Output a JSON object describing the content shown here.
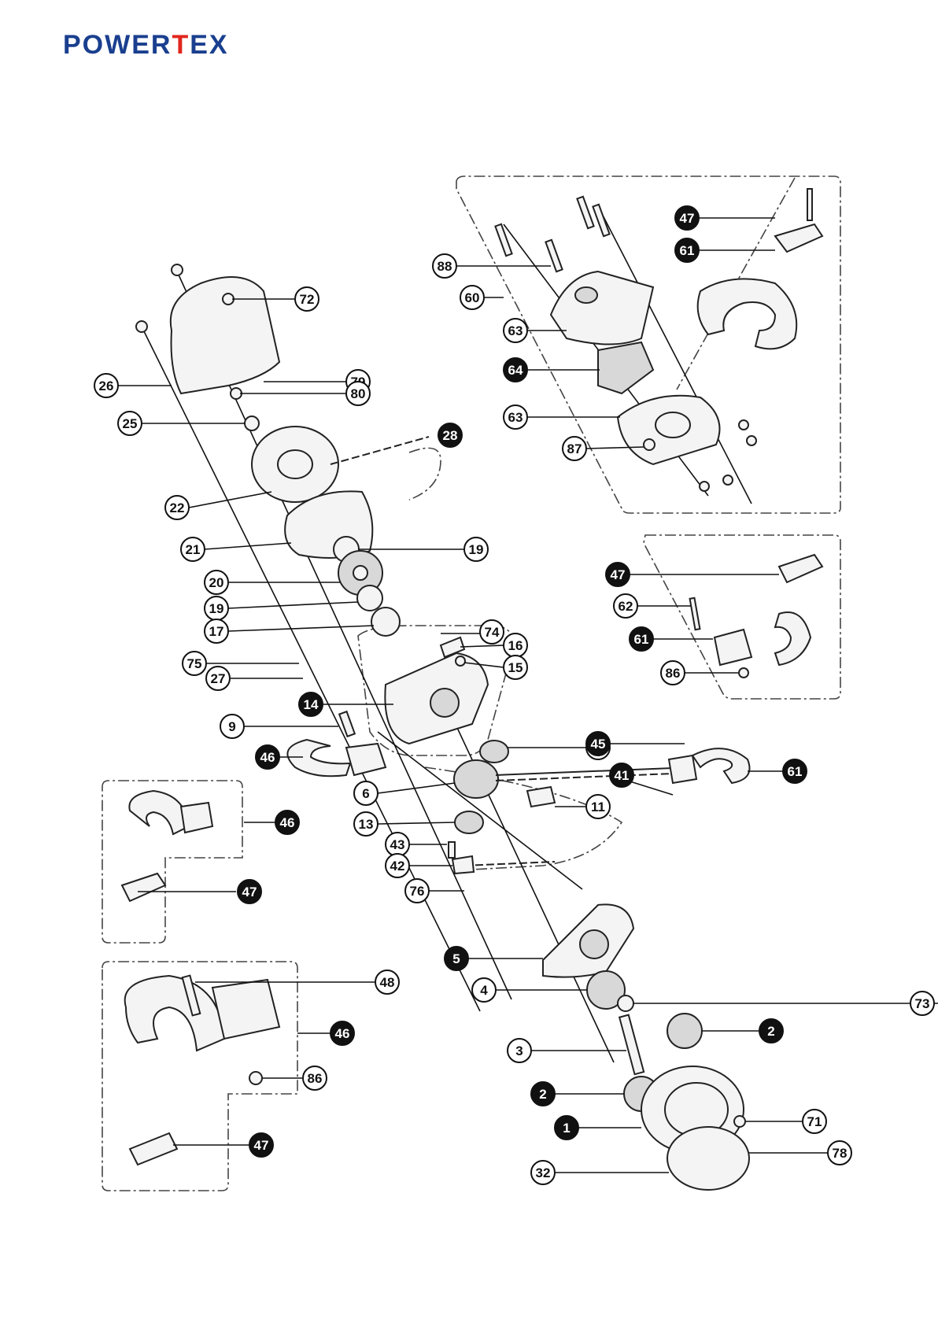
{
  "brand": {
    "logo_text": "POWERTEX",
    "color_main": "#1a3f8f",
    "color_accent": "#e1261c"
  },
  "labels": [
    {
      "n": "26",
      "filled": false
    },
    {
      "n": "72",
      "filled": false
    },
    {
      "n": "79",
      "filled": false
    },
    {
      "n": "80",
      "filled": false
    },
    {
      "n": "25",
      "filled": false
    },
    {
      "n": "28",
      "filled": true
    },
    {
      "n": "22",
      "filled": false
    },
    {
      "n": "21",
      "filled": false
    },
    {
      "n": "19",
      "filled": false
    },
    {
      "n": "20",
      "filled": false
    },
    {
      "n": "19",
      "filled": false
    },
    {
      "n": "17",
      "filled": false
    },
    {
      "n": "74",
      "filled": false
    },
    {
      "n": "16",
      "filled": false
    },
    {
      "n": "15",
      "filled": false
    },
    {
      "n": "75",
      "filled": false
    },
    {
      "n": "27",
      "filled": false
    },
    {
      "n": "14",
      "filled": true
    },
    {
      "n": "9",
      "filled": false
    },
    {
      "n": "46",
      "filled": true
    },
    {
      "n": "13",
      "filled": false
    },
    {
      "n": "45",
      "filled": true
    },
    {
      "n": "61",
      "filled": true
    },
    {
      "n": "6",
      "filled": false
    },
    {
      "n": "11",
      "filled": false
    },
    {
      "n": "41",
      "filled": true
    },
    {
      "n": "13",
      "filled": false
    },
    {
      "n": "43",
      "filled": false
    },
    {
      "n": "42",
      "filled": false
    },
    {
      "n": "76",
      "filled": false
    },
    {
      "n": "46",
      "filled": true
    },
    {
      "n": "47",
      "filled": true
    },
    {
      "n": "5",
      "filled": true
    },
    {
      "n": "4",
      "filled": false
    },
    {
      "n": "73",
      "filled": false
    },
    {
      "n": "2",
      "filled": true
    },
    {
      "n": "3",
      "filled": false
    },
    {
      "n": "2",
      "filled": true
    },
    {
      "n": "1",
      "filled": true
    },
    {
      "n": "71",
      "filled": false
    },
    {
      "n": "32",
      "filled": false
    },
    {
      "n": "78",
      "filled": false
    },
    {
      "n": "48",
      "filled": false
    },
    {
      "n": "46",
      "filled": true
    },
    {
      "n": "86",
      "filled": false
    },
    {
      "n": "47",
      "filled": true
    },
    {
      "n": "88",
      "filled": false
    },
    {
      "n": "60",
      "filled": false
    },
    {
      "n": "63",
      "filled": false
    },
    {
      "n": "64",
      "filled": true
    },
    {
      "n": "63",
      "filled": false
    },
    {
      "n": "87",
      "filled": false
    },
    {
      "n": "47",
      "filled": true
    },
    {
      "n": "61",
      "filled": true
    },
    {
      "n": "47",
      "filled": true
    },
    {
      "n": "62",
      "filled": false
    },
    {
      "n": "61",
      "filled": true
    },
    {
      "n": "86",
      "filled": false
    }
  ]
}
